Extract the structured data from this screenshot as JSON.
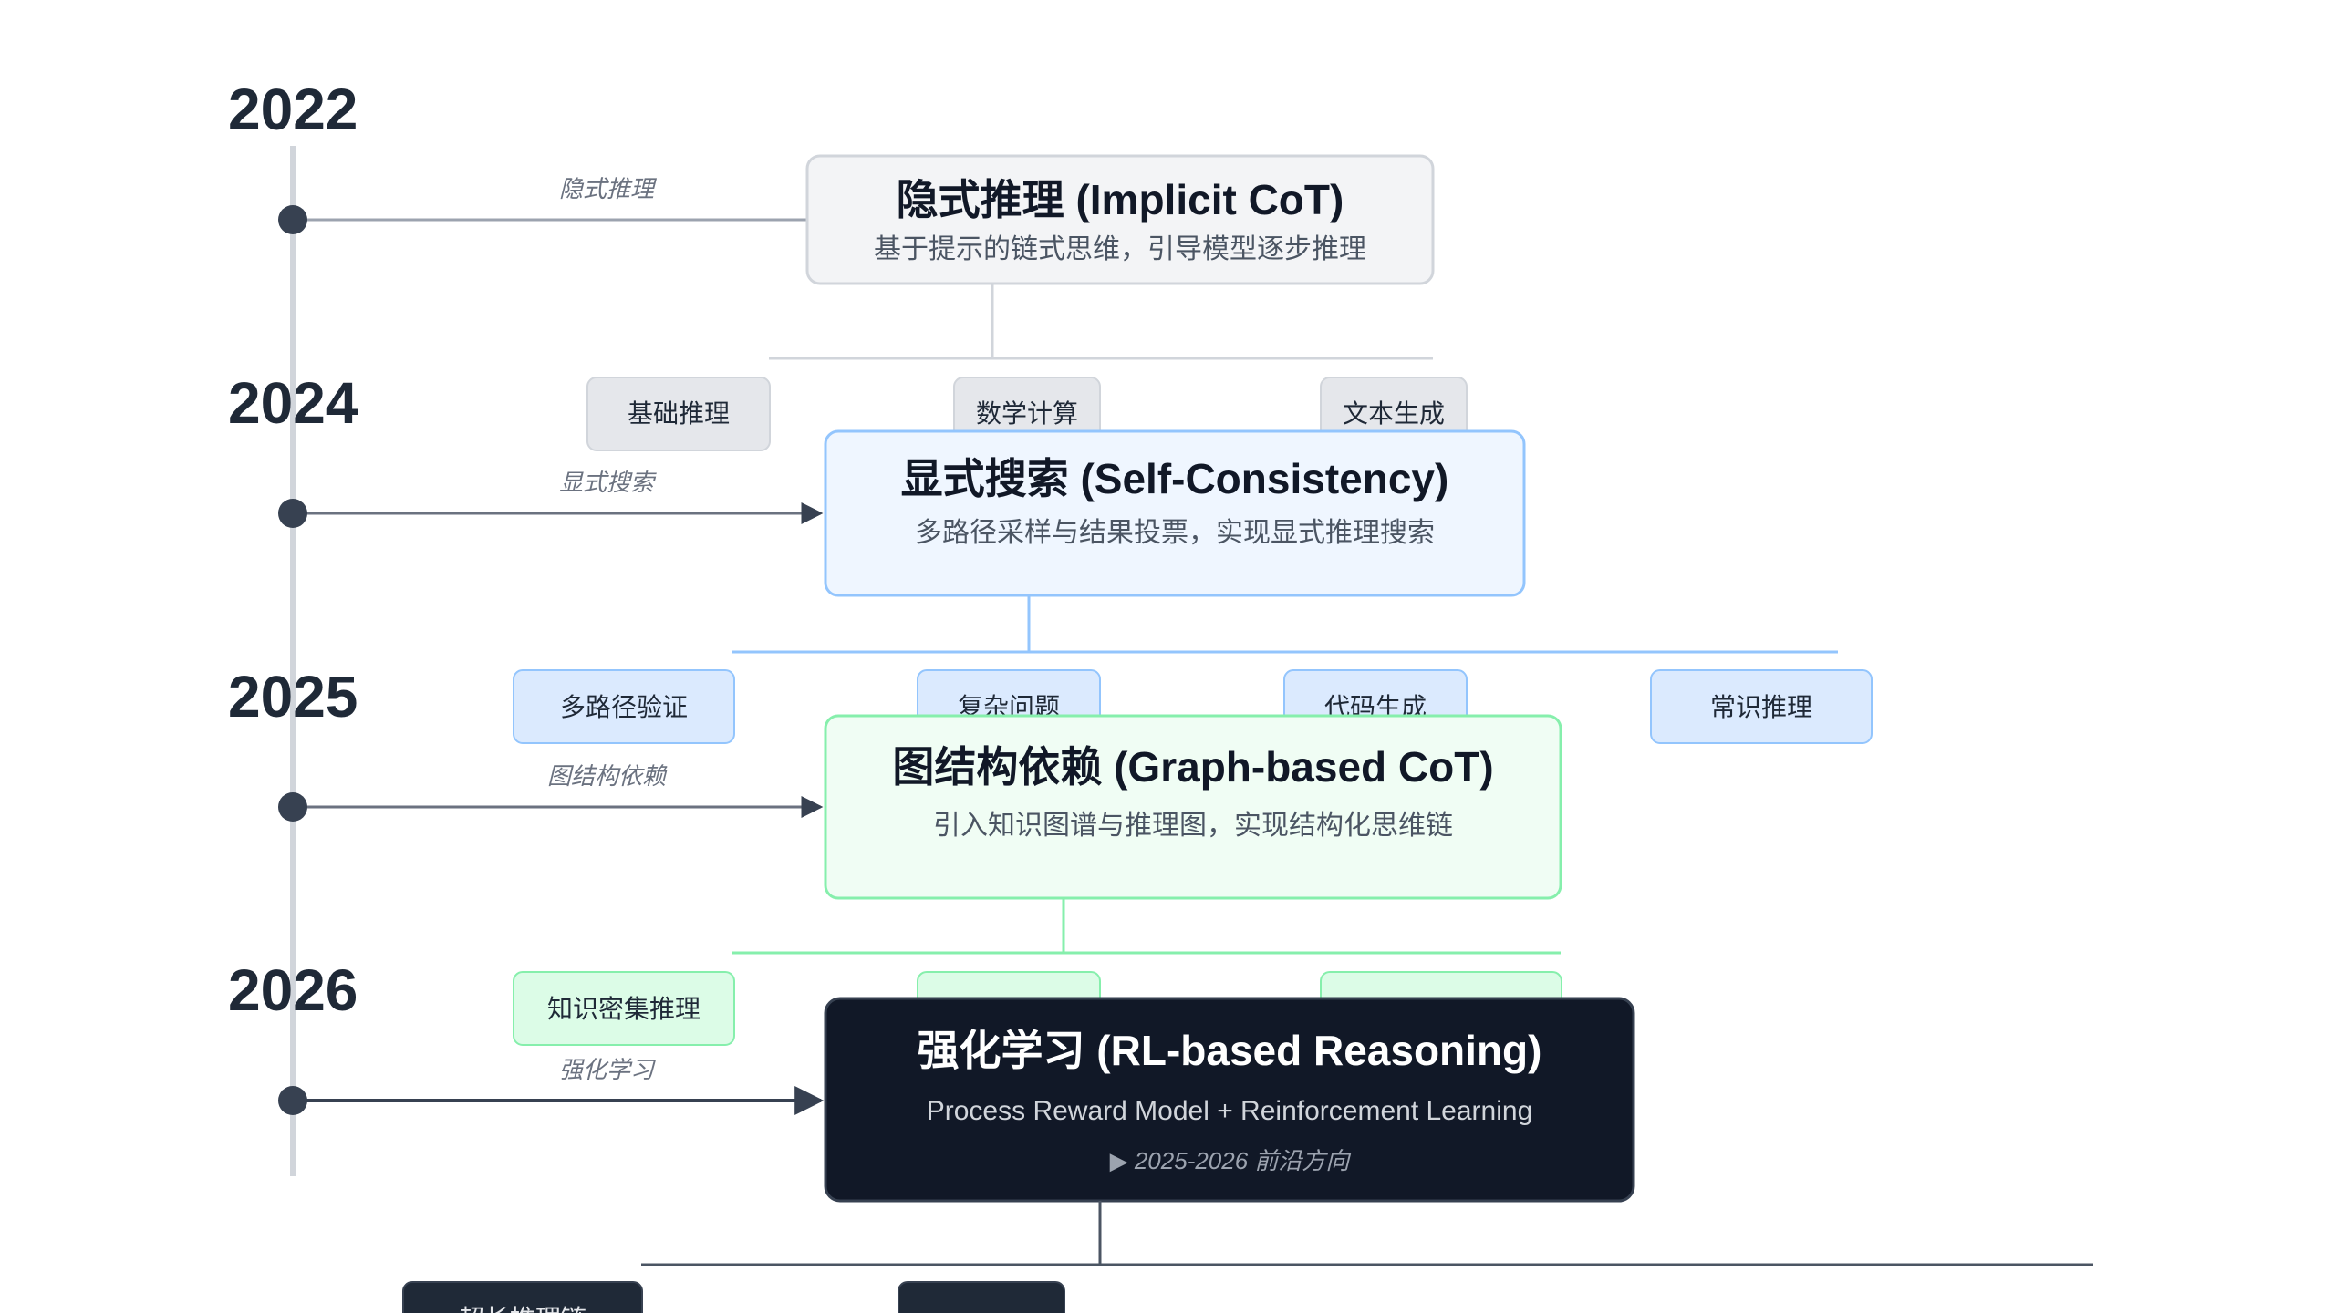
{
  "colors": {
    "axis": "#d1d5db",
    "dot": "#374151",
    "gray_border": "#d1d5db",
    "gray_fill": "#f3f4f6",
    "blue_border": "#93c5fd",
    "blue_fill": "#eff6ff",
    "blue_tag_fill": "#dbeafe",
    "green_border": "#86efac",
    "green_fill": "#f0fdf4",
    "green_tag_fill": "#dcfce7",
    "dark_fill": "#111827",
    "dark_tag_fill": "#1f2937"
  },
  "timeline": {
    "years": [
      "2022",
      "2024",
      "2025",
      "2026"
    ],
    "edge_labels": [
      "隐式推理",
      "显式搜索",
      "图结构依赖",
      "强化学习"
    ]
  },
  "stages": [
    {
      "title": "隐式推理 (Implicit CoT)",
      "subtitle": "基于提示的链式思维，引导模型逐步推理",
      "tags": [
        "基础推理",
        "数学计算",
        "文本生成"
      ]
    },
    {
      "title": "显式搜索 (Self-Consistency)",
      "subtitle": "多路径采样与结果投票，实现显式推理搜索",
      "tags": [
        "多路径验证",
        "复杂问题",
        "代码生成",
        "常识推理"
      ]
    },
    {
      "title": "图结构依赖 (Graph-based CoT)",
      "subtitle": "引入知识图谱与推理图，实现结构化思维链",
      "tags": [
        "知识密集推理",
        "",
        ""
      ]
    },
    {
      "title": "强化学习 (RL-based Reasoning)",
      "subtitle": "Process Reward Model + Reinforcement Learning",
      "note": "▶ 2025-2026 前沿方向",
      "tags": [
        "超长推理链",
        ""
      ]
    }
  ]
}
